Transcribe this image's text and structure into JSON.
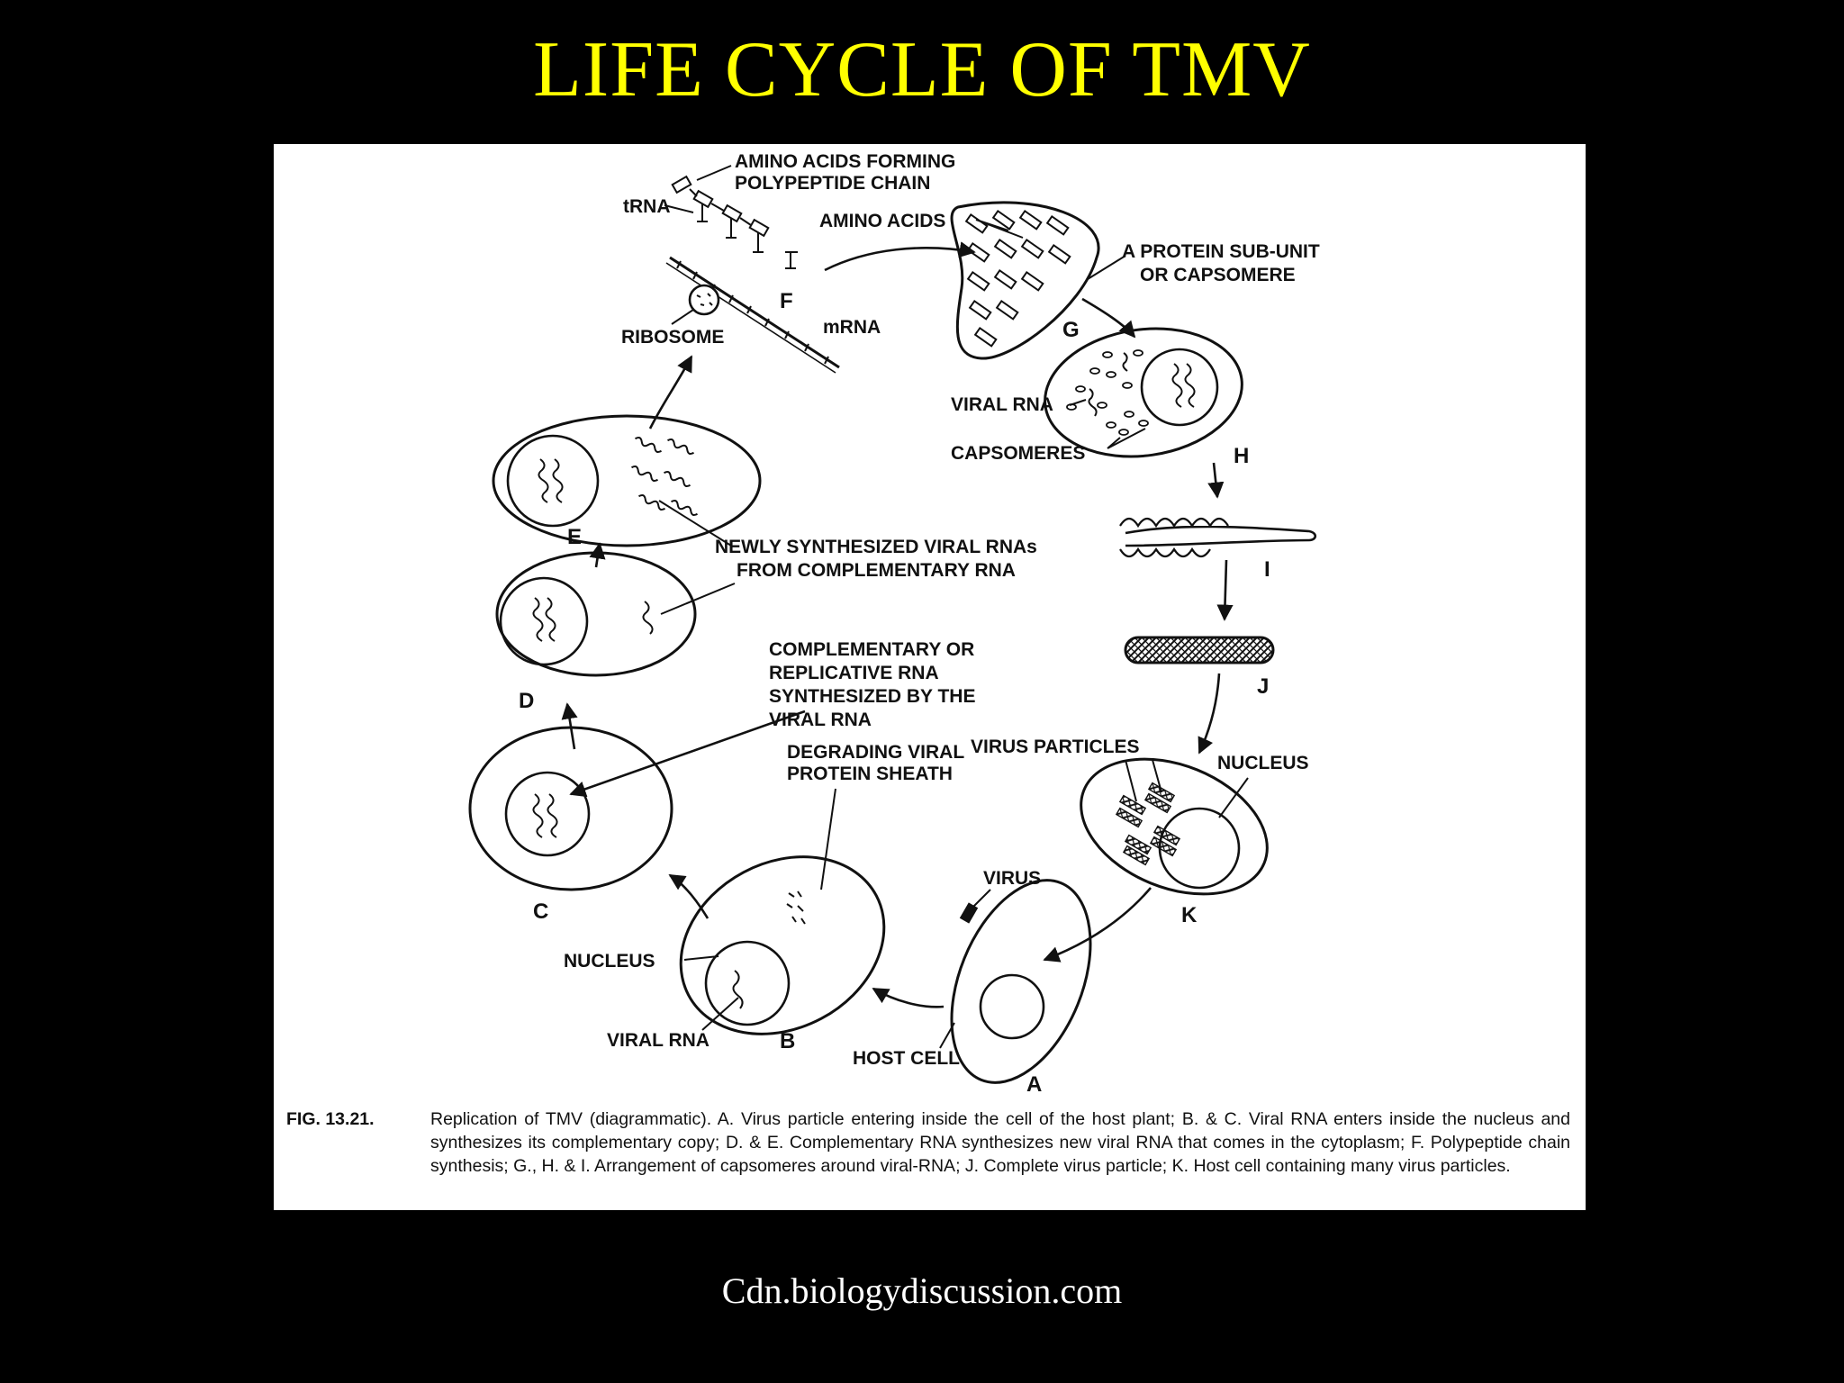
{
  "title": "LIFE CYCLE OF TMV",
  "source": "Cdn.biologydiscussion.com",
  "colors": {
    "background": "#000000",
    "title": "#ffff00",
    "source": "#ffffff",
    "figure": "#ffffff"
  },
  "figure": {
    "stage_letters": {
      "A": "A",
      "B": "B",
      "C": "C",
      "D": "D",
      "E": "E",
      "F": "F",
      "G": "G",
      "H": "H",
      "I": "I",
      "J": "J",
      "K": "K"
    },
    "labels": {
      "amino_acids_forming_1": "AMINO ACIDS FORMING",
      "amino_acids_forming_2": "POLYPEPTIDE CHAIN",
      "trna": "tRNA",
      "amino_acids": "AMINO ACIDS",
      "protein_subunit_1": "A PROTEIN SUB-UNIT",
      "protein_subunit_2": "OR CAPSOMERE",
      "mrna": "mRNA",
      "ribosome": "RIBOSOME",
      "viral_rna_h": "VIRAL RNA",
      "capsomeres": "CAPSOMERES",
      "newly_synth_1": "NEWLY SYNTHESIZED VIRAL RNAs",
      "newly_synth_2": "FROM COMPLEMENTARY RNA",
      "complementary_1": "COMPLEMENTARY OR",
      "complementary_2": "REPLICATIVE RNA",
      "complementary_3": "SYNTHESIZED BY THE",
      "complementary_4": "VIRAL RNA",
      "virus_particles": "VIRUS PARTICLES",
      "nucleus_k": "NUCLEUS",
      "degrading_1": "DEGRADING VIRAL",
      "degrading_2": "PROTEIN SHEATH",
      "virus": "VIRUS",
      "nucleus_b": "NUCLEUS",
      "viral_rna_b": "VIRAL RNA",
      "host_cell": "HOST CELL"
    },
    "caption": {
      "fig_number": "FIG. 13.21.",
      "text": "Replication of TMV (diagrammatic). A. Virus particle entering inside the cell of the host plant; B. & C. Viral RNA enters inside the nucleus and synthesizes its complementary copy; D. & E. Complementary RNA synthesizes new viral RNA that comes in the cytoplasm; F. Polypeptide chain synthesis; G., H. & I. Arrangement of capsomeres around viral-RNA; J. Complete virus particle; K. Host cell containing many virus particles."
    }
  }
}
